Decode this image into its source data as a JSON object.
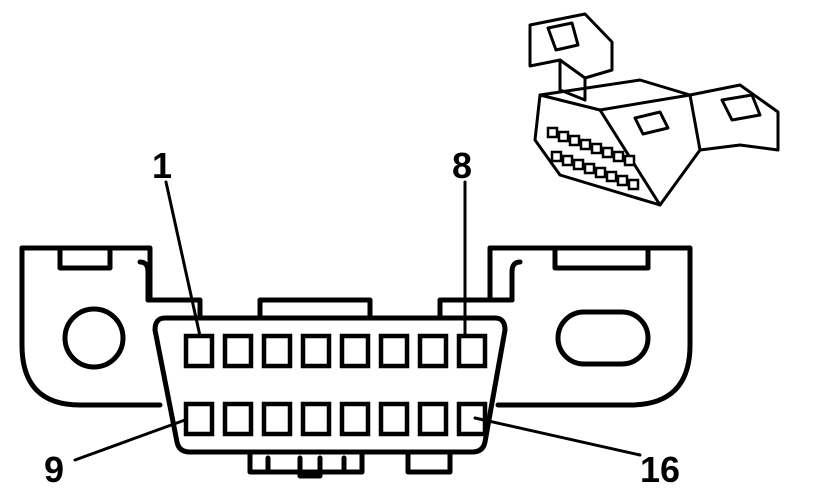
{
  "pin_labels": {
    "top_left": "1",
    "top_right": "8",
    "bottom_left": "9",
    "bottom_right": "16"
  },
  "connector": {
    "pins_per_row": 8,
    "rows": 2
  }
}
